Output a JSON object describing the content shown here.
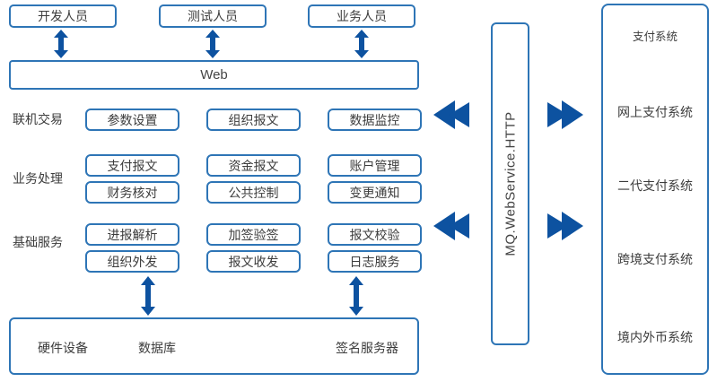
{
  "colors": {
    "box_border_blue": "#2e75b6",
    "arrow_blue": "#0d52a0",
    "text_dark": "#3c3c3c"
  },
  "top_actors": [
    "开发人员",
    "测试人员",
    "业务人员"
  ],
  "web": {
    "label": "Web"
  },
  "rows": [
    {
      "label": "联机交易",
      "boxes": [
        "参数设置",
        "组织报文",
        "数据监控"
      ]
    },
    {
      "label": "业务处理",
      "boxes": [
        "支付报文",
        "资金报文",
        "账户管理",
        "财务核对",
        "公共控制",
        "变更通知"
      ]
    },
    {
      "label": "基础服务",
      "boxes": [
        "进报解析",
        "加签验签",
        "报文校验",
        "组织外发",
        "报文收发",
        "日志服务"
      ]
    }
  ],
  "hardware": {
    "label": "硬件设备",
    "items": [
      "数据库",
      "签名服务器"
    ]
  },
  "middleware": {
    "label": "MQ.WebService.HTTP"
  },
  "payment_panel": {
    "title": "支付系统",
    "items": [
      "网上支付系统",
      "二代支付系统",
      "跨境支付系统",
      "境内外币系统"
    ]
  }
}
